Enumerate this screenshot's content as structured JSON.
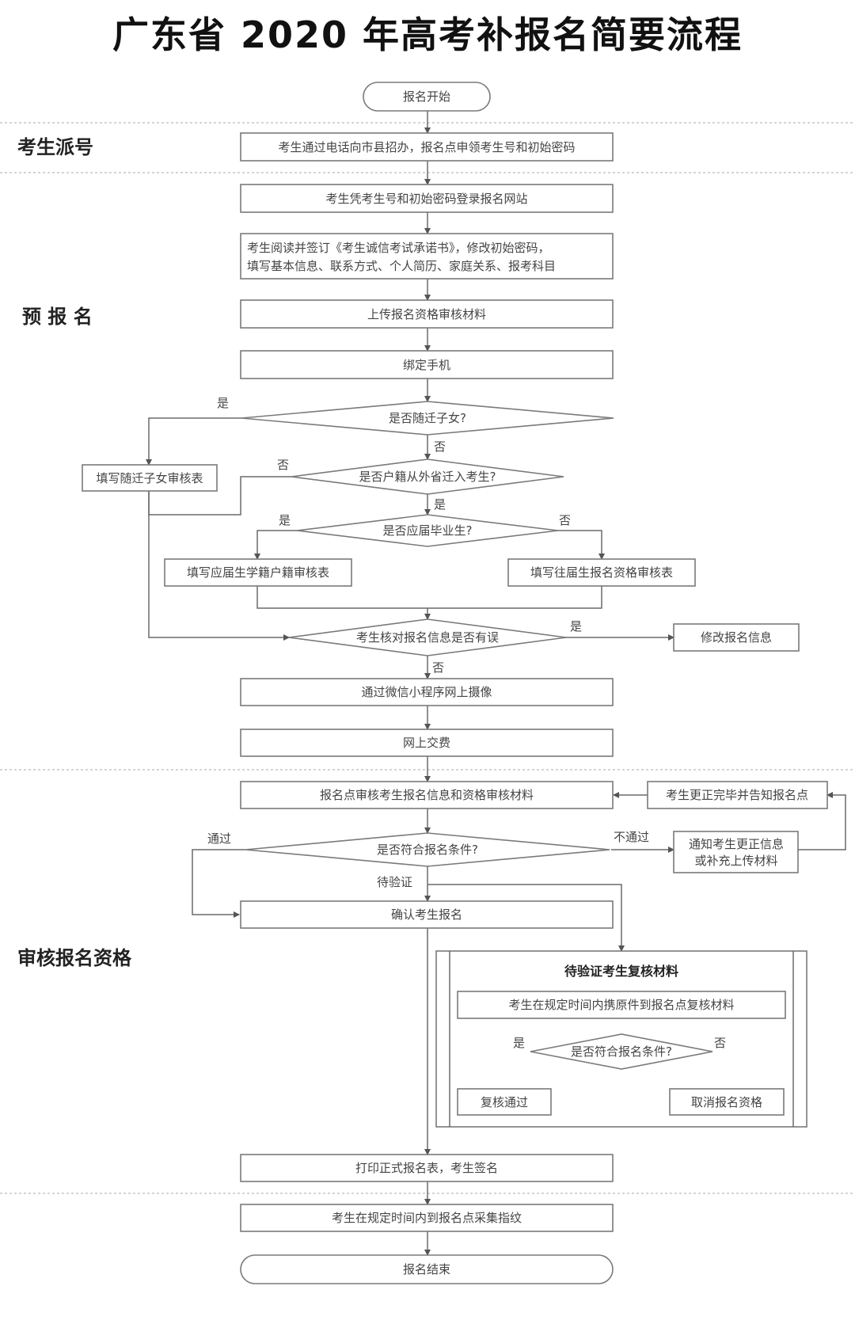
{
  "title": "广东省 2020 年高考补报名简要流程",
  "sections": {
    "s1": "考生派号",
    "s2": "预 报 名",
    "s3": "审核报名资格"
  },
  "nodes": {
    "start": "报名开始",
    "n1": "考生通过电话向市县招办，报名点申领考生号和初始密码",
    "n2": "考生凭考生号和初始密码登录报名网站",
    "n3_line1": "考生阅读并签订《考生诚信考试承诺书》，修改初始密码，",
    "n3_line2": "填写基本信息、联系方式、个人简历、家庭关系、报考科目",
    "n4": "上传报名资格审核材料",
    "n5": "绑定手机",
    "d1": "是否随迁子女?",
    "b_sq": "填写随迁子女审核表",
    "d2": "是否户籍从外省迁入考生?",
    "d3": "是否应届毕业生?",
    "b_yj": "填写应届生学籍户籍审核表",
    "b_wj": "填写往届生报名资格审核表",
    "d4": "考生核对报名信息是否有误",
    "b_xg": "修改报名信息",
    "n6": "通过微信小程序网上摄像",
    "n7": "网上交费",
    "n8": "报名点审核考生报名信息和资格审核材料",
    "b_gz": "考生更正完毕并告知报名点",
    "d5": "是否符合报名条件?",
    "b_tz_line1": "通知考生更正信息",
    "b_tz_line2": "或补充上传材料",
    "n9": "确认考生报名",
    "sub_title": "待验证考生复核材料",
    "s_n1": "考生在规定时间内携原件到报名点复核材料",
    "s_d": "是否符合报名条件?",
    "s_pass": "复核通过",
    "s_cancel": "取消报名资格",
    "n10": "打印正式报名表，考生签名",
    "n11": "考生在规定时间内到报名点采集指纹",
    "end": "报名结束"
  },
  "labels": {
    "yes": "是",
    "no": "否",
    "pass": "通过",
    "fail": "不通过",
    "pending": "待验证"
  }
}
